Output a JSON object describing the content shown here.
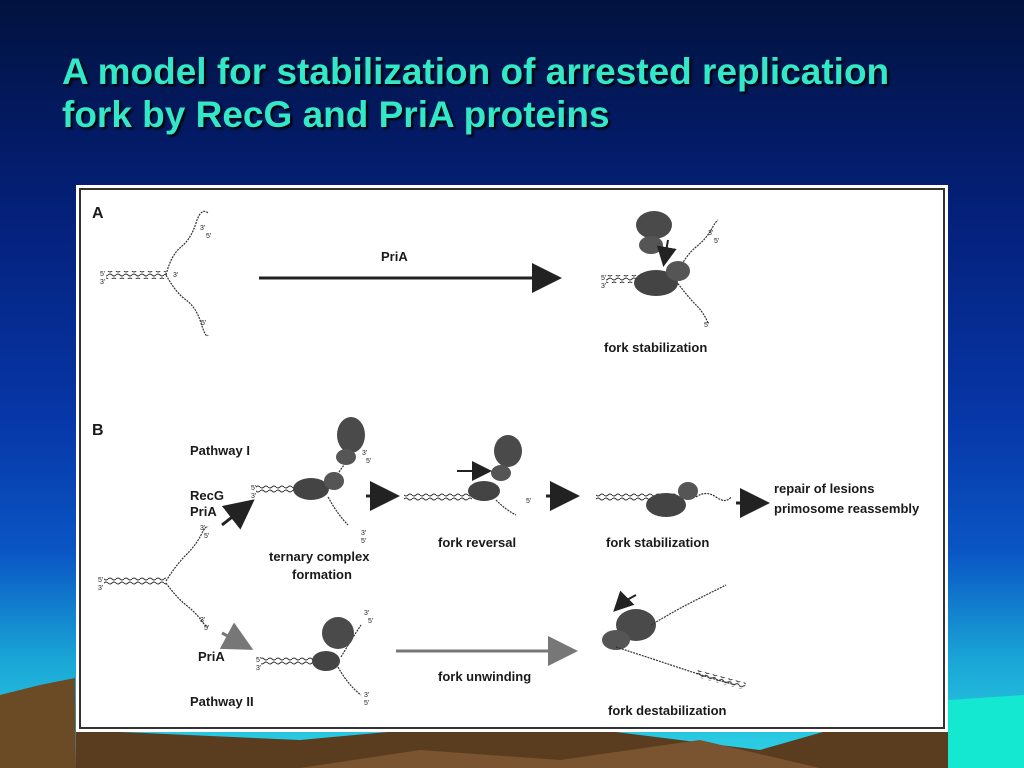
{
  "slide": {
    "title_line1": "A model for stabilization of arrested replication",
    "title_line2": "fork by RecG and PriA proteins"
  },
  "panelA": {
    "label": "A",
    "arrow_label": "PriA",
    "result_label": "fork stabilization"
  },
  "panelB": {
    "label": "B",
    "pathway1": "Pathway I",
    "recg": "RecG",
    "pria": "PriA",
    "ternary1": "ternary complex",
    "ternary2": "formation",
    "fork_reversal": "fork reversal",
    "fork_stabilization": "fork stabilization",
    "repair1": "repair of lesions",
    "repair2": "primosome reassembly",
    "pria2": "PriA",
    "pathway2": "Pathway II",
    "fork_unwinding": "fork unwinding",
    "fork_destabilization": "fork destabilization"
  },
  "strand_ends": {
    "three": "3'",
    "five": "5'"
  },
  "colors": {
    "title": "#33e8c8",
    "protein": "#4a4a4a",
    "arrow": "#222222"
  }
}
